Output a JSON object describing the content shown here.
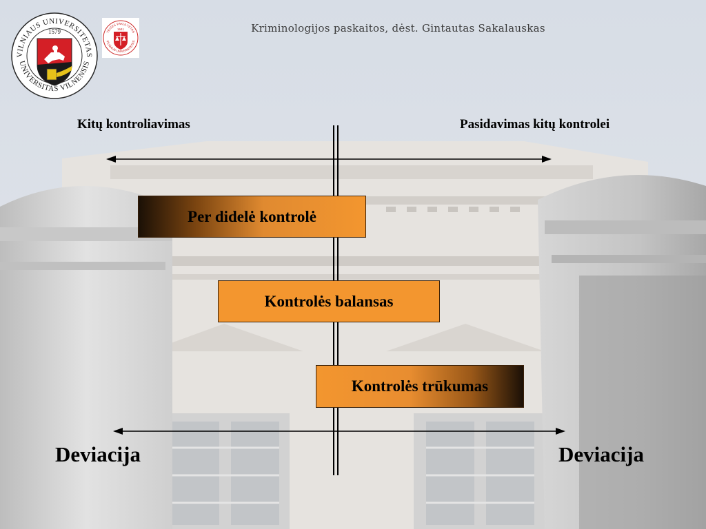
{
  "header": {
    "text": "Kriminologijos paskaitos, dėst. Gintautas Sakalauskas"
  },
  "logos": {
    "university": {
      "ring_top": "VILNIAUS UNIVERSITETAS",
      "ring_bottom": "UNIVERSITAS VILNENSIS",
      "year": "1579",
      "icon": "vilnius-university-seal-icon"
    },
    "faculty": {
      "ring_top": "TEISĖS FAKULTETAS",
      "ring_bottom": "VILNIAUS UNIVERSITETAS",
      "year": "1641",
      "icon": "law-faculty-seal-icon"
    }
  },
  "diagram": {
    "axis_left_label": "Kitų kontroliavimas",
    "axis_right_label": "Pasidavimas kitų kontrolei",
    "boxes": [
      {
        "label": "Per didelė kontrolė"
      },
      {
        "label": "Kontrolės balansas"
      },
      {
        "label": "Kontrolės trūkumas"
      }
    ],
    "deviation_left": "Deviacija",
    "deviation_right": "Deviacija"
  },
  "colors": {
    "box_orange": "#f3962f",
    "box_dark": "#1b1006",
    "background": "#dfe4ea"
  }
}
